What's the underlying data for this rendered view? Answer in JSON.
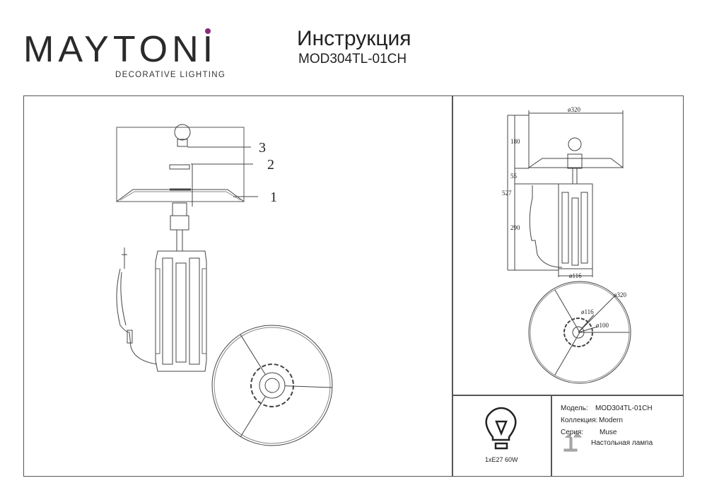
{
  "header": {
    "brand": "MAYTONI",
    "brand_tagline": "DECORATIVE LIGHTING",
    "brand_accent": "#8a2a7a",
    "title": "Инструкция",
    "model": "MOD304TL-01CH"
  },
  "assembly": {
    "part_labels": [
      "3",
      "2",
      "1"
    ]
  },
  "dimensions": {
    "shade_diameter": "ø320",
    "shade_height": "180",
    "neck_height": "55",
    "total_height": "527",
    "base_height": "290",
    "base_diameter": "ø116",
    "top_outer": "ø320",
    "top_base": "ø116",
    "top_inner": "ø100"
  },
  "bulb": {
    "icon": "light-bulb-icon",
    "spec": "1xE27 60W"
  },
  "info": {
    "model_label": "Модель:",
    "model_value": "MOD304TL-01CH",
    "collection_label": "Коллекция:",
    "collection_value": "Modern",
    "series_label": "Серия:",
    "series_value": "Muse",
    "type_value": "Настольная лампа",
    "type_icon": "table-lamp-icon"
  }
}
